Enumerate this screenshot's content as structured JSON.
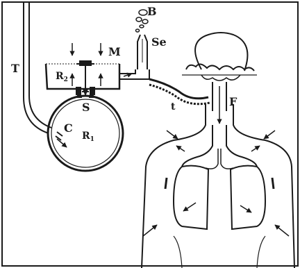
{
  "labels": {
    "B": "B",
    "Se": "Se",
    "M": "M",
    "T": "T",
    "R2": "R",
    "R2_sub": "2",
    "R1": "R",
    "R1_sub": "1",
    "S": "S",
    "C": "C",
    "t": "t",
    "F": "F"
  },
  "colors": {
    "ink": "#1a1a1a",
    "background": "#ffffff"
  }
}
